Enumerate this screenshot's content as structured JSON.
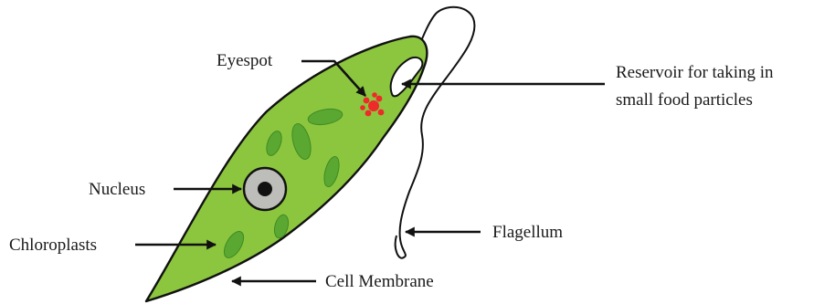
{
  "labels": {
    "eyespot": "Eyespot",
    "reservoir_line1": "Reservoir for taking in",
    "reservoir_line2": "small food particles",
    "nucleus": "Nucleus",
    "chloroplasts": "Chloroplasts",
    "flagellum": "Flagellum",
    "cell_membrane": "Cell Membrane"
  },
  "colors": {
    "cytoplasm": "#8cc63e",
    "outline": "#111111",
    "chloroplast": "#5aa832",
    "eyespot": "#ee2a2a",
    "nucleus_outer": "#bdbdb9",
    "nucleus_inner": "#111111",
    "reservoir": "#ffffff"
  }
}
